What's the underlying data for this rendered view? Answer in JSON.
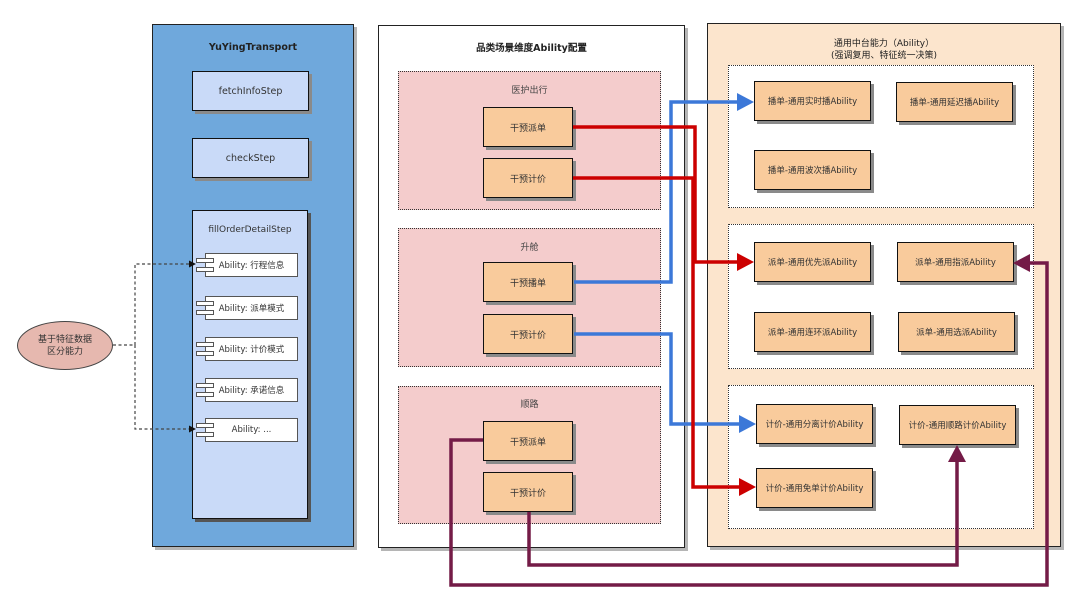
{
  "colors": {
    "left_panel_bg": "#6fa8dc",
    "step_bg": "#c9daf8",
    "scenario_group_bg": "#f4cccc",
    "ability_box_bg": "#f9cb9c",
    "right_panel_bg": "#fce5cd",
    "feature_node_bg": "#e6b8af",
    "broadcast_line": "#cc0000",
    "upgrade_line": "#3c78d8",
    "carpool_line": "#741b47"
  },
  "left_panel": {
    "title": "YuYingTransport",
    "steps": [
      {
        "label": "fetchInfoStep"
      },
      {
        "label": "checkStep"
      }
    ],
    "fill_step": {
      "label": "fillOrderDetailStep",
      "abilities": [
        "Ability: 行程信息",
        "Ability: 派单模式",
        "Ability: 计价模式",
        "Ability: 承诺信息",
        "Ability: ..."
      ]
    }
  },
  "feature_node": {
    "line1": "基于特征数据",
    "line2": "区分能力"
  },
  "middle_panel": {
    "title": "品类场景维度Ability配置",
    "groups": [
      {
        "label": "医护出行",
        "items": [
          "干预派单",
          "干预计价"
        ]
      },
      {
        "label": "升舱",
        "items": [
          "干预播单",
          "干预计价"
        ]
      },
      {
        "label": "顺路",
        "items": [
          "干预派单",
          "干预计价"
        ]
      }
    ]
  },
  "right_panel": {
    "title": "通用中台能力（Ability）",
    "subtitle": "(强调复用、特征统一决策)",
    "groups": [
      {
        "items": [
          "播单-通用实时播Ability",
          "播单-通用延迟播Ability",
          "播单-通用波次播Ability"
        ]
      },
      {
        "items": [
          "派单-通用优先派Ability",
          "派单-通用指派Ability",
          "派单-通用连环派Ability",
          "派单-通用选派Ability"
        ]
      },
      {
        "items": [
          "计价-通用分离计价Ability",
          "计价-通用顺路计价Ability",
          "计价-通用免单计价Ability"
        ]
      }
    ]
  },
  "connections": [
    {
      "from": "医护出行/干预派单",
      "to": "派单-通用优先派Ability",
      "color": "red"
    },
    {
      "from": "医护出行/干预计价",
      "to": "计价-通用免单计价Ability",
      "color": "red"
    },
    {
      "from": "升舱/干预播单",
      "to": "播单-通用实时播Ability",
      "color": "blue"
    },
    {
      "from": "升舱/干预计价",
      "to": "计价-通用分离计价Ability",
      "color": "blue"
    },
    {
      "from": "顺路/干预派单",
      "to": "派单-通用指派Ability",
      "color": "purple"
    },
    {
      "from": "顺路/干预计价",
      "to": "计价-通用顺路计价Ability",
      "color": "purple"
    },
    {
      "from": "基于特征数据区分能力",
      "to": "Ability: 行程信息",
      "color": "dashed"
    },
    {
      "from": "基于特征数据区分能力",
      "to": "Ability: ...",
      "color": "dashed"
    }
  ]
}
